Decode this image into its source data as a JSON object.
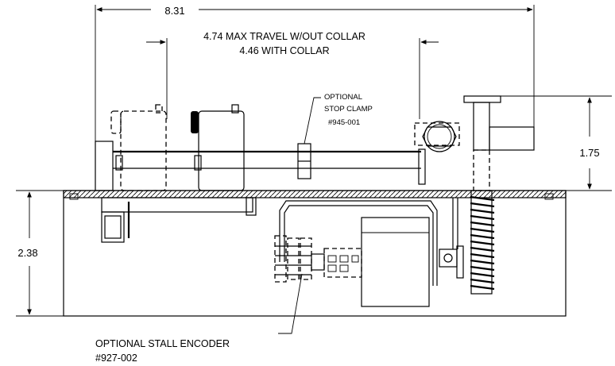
{
  "dimensions": {
    "overall_width": "8.31",
    "travel_line1": "4.74 MAX TRAVEL W/OUT COLLAR",
    "travel_line2": "4.46 WITH COLLAR",
    "height_upper": "1.75",
    "height_base": "2.38"
  },
  "callouts": {
    "stop_clamp": {
      "line1": "OPTIONAL",
      "line2": "STOP CLAMP",
      "part": "#945-001"
    },
    "stall_encoder": {
      "line1": "OPTIONAL STALL ENCODER",
      "part": "#927-002"
    }
  }
}
